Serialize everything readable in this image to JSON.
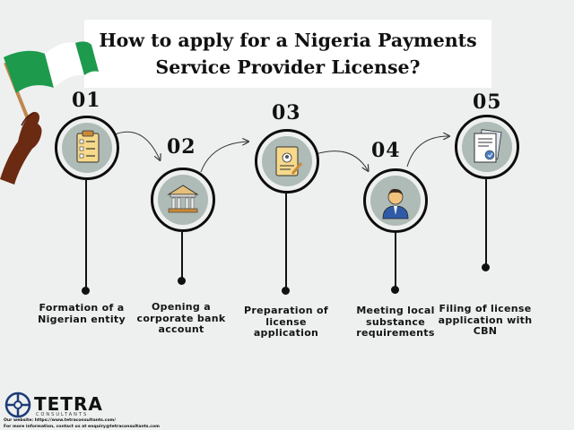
{
  "title": {
    "line1": "How to apply for a Nigeria Payments",
    "line2": "Service Provider License?"
  },
  "steps": [
    {
      "number": "01",
      "label_lines": [
        "Formation of a",
        "Nigerian entity"
      ],
      "icon": "checklist-icon"
    },
    {
      "number": "02",
      "label_lines": [
        "Opening a",
        "corporate bank",
        "account"
      ],
      "icon": "bank-icon"
    },
    {
      "number": "03",
      "label_lines": [
        "Preparation of",
        "license",
        "application"
      ],
      "icon": "application-form-icon"
    },
    {
      "number": "04",
      "label_lines": [
        "Meeting local",
        "substance",
        "requirements"
      ],
      "icon": "businessman-icon"
    },
    {
      "number": "05",
      "label_lines": [
        "Filing of license",
        "application with",
        "CBN"
      ],
      "icon": "document-icon"
    }
  ],
  "logo": {
    "name": "TETRA",
    "sub": "CONSULTANTS"
  },
  "footer": {
    "website": "Our website: https://www.tetraconsultants.com/",
    "contact": "For more information, contact us at enquiry@tetraconsultants.com"
  },
  "colors": {
    "background": "#eef0ef",
    "circle_fill": "#aebbb6",
    "flag_green": "#1e9a4c"
  }
}
